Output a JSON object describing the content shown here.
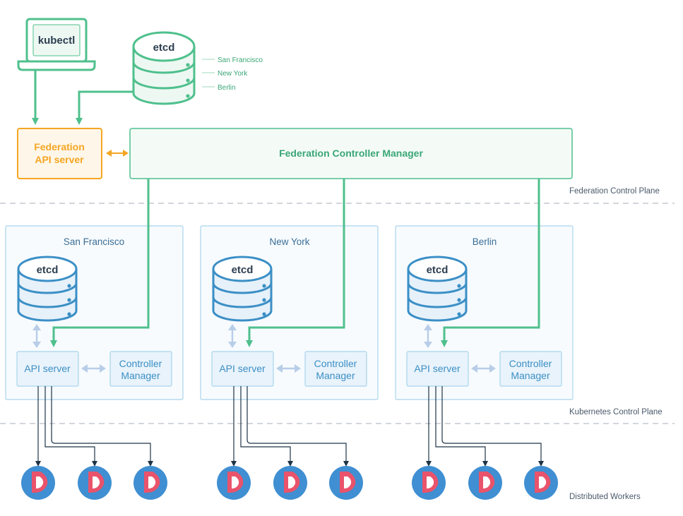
{
  "client": {
    "label": "kubectl"
  },
  "federation_etcd": {
    "label": "etcd",
    "replicas": [
      "San Francisco",
      "New York",
      "Berlin"
    ]
  },
  "federation_api_server": {
    "line1": "Federation",
    "line2": "API server"
  },
  "federation_controller_manager": {
    "label": "Federation Controller Manager"
  },
  "planes": {
    "federation": "Federation Control Plane",
    "kubernetes": "Kubernetes Control Plane",
    "workers": "Distributed Workers"
  },
  "clusters": [
    {
      "name": "San Francisco",
      "etcd": "etcd",
      "api_server": "API server",
      "cm_line1": "Controller",
      "cm_line2": "Manager"
    },
    {
      "name": "New York",
      "etcd": "etcd",
      "api_server": "API server",
      "cm_line1": "Controller",
      "cm_line2": "Manager"
    },
    {
      "name": "Berlin",
      "etcd": "etcd",
      "api_server": "API server",
      "cm_line1": "Controller",
      "cm_line2": "Manager"
    }
  ],
  "colors": {
    "federation_green": "#4fc08d",
    "federation_green_text": "#3aa676",
    "api_orange": "#f5a623",
    "cluster_blue": "#3b8fc6",
    "cluster_border": "#a9d4ec",
    "cluster_fill": "#f3f9fd",
    "arrow_blue_light": "#b8cde8",
    "worker_blue": "#3f8fd2",
    "worker_red": "#e9536b",
    "label_grey": "#4a5a6a"
  }
}
